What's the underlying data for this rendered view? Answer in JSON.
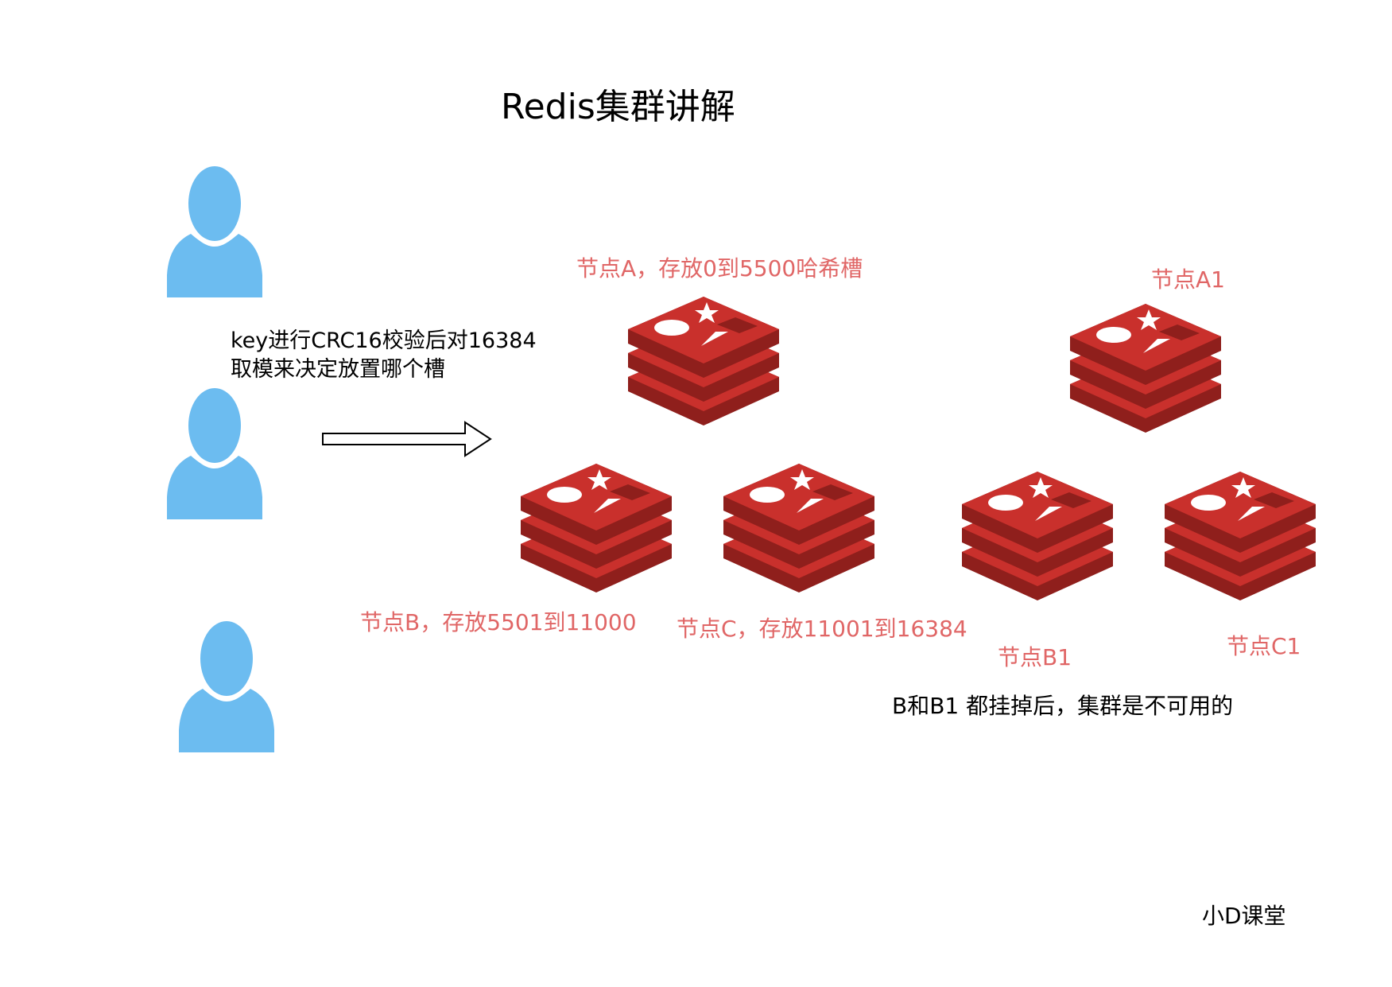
{
  "title": "Redis集群讲解",
  "description": {
    "line1": "key进行CRC16校验后对16384",
    "line2": "取模来决定放置哪个槽"
  },
  "nodes": {
    "a": {
      "label": "节点A，存放0到5500哈希槽"
    },
    "b": {
      "label": "节点B，存放5501到11000"
    },
    "c": {
      "label": "节点C，存放11001到16384"
    },
    "a1": {
      "label": "节点A1"
    },
    "b1": {
      "label": "节点B1"
    },
    "c1": {
      "label": "节点C1"
    }
  },
  "note": "B和B1 都挂掉后，集群是不可用的",
  "brand": "小D课堂",
  "icons": {
    "user": "user-avatar-icon",
    "redis": "redis-logo-icon",
    "arrow": "right-arrow-icon"
  },
  "colors": {
    "user": "#6cbcf0",
    "redis_top": "#c9302c",
    "redis_dark": "#8f1f1c",
    "label": "#e06666"
  }
}
